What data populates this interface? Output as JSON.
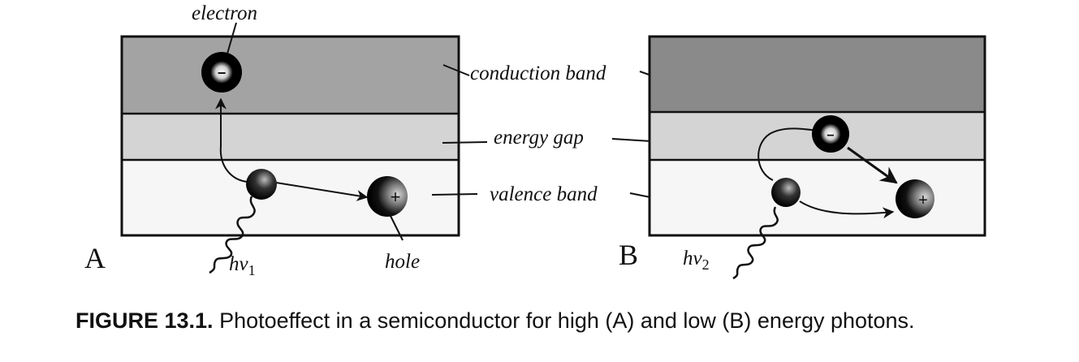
{
  "labels": {
    "electron": "electron",
    "hole": "hole",
    "conduction_band": "conduction band",
    "energy_gap": "energy gap",
    "valence_band": "valence band",
    "photon_a": "hν",
    "photon_a_sub": "1",
    "photon_b": "hν",
    "photon_b_sub": "2",
    "panel_a": "A",
    "panel_b": "B",
    "electron_sign": "−",
    "hole_sign": "+"
  },
  "caption": {
    "figure_label": "FIGURE 13.1.",
    "text": "Photoeffect in a semiconductor for high (A) and low (B) energy photons."
  },
  "colors": {
    "conduction_a": "#a3a3a3",
    "conduction_b": "#8a8a8a",
    "gap": "#d4d4d4",
    "valence": "#f6f6f6",
    "ink": "#111111"
  }
}
